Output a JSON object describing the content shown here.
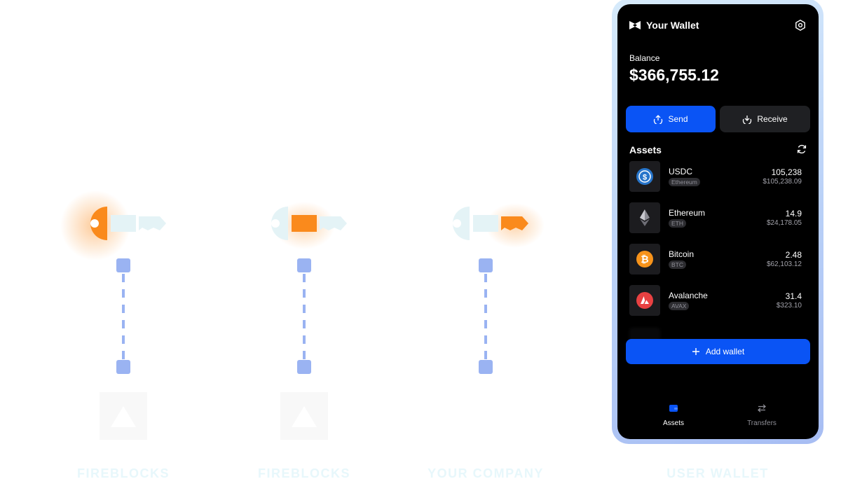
{
  "columns": [
    {
      "label": "FIREBLOCKS",
      "active_segment": 1,
      "has_logo": true
    },
    {
      "label": "FIREBLOCKS",
      "active_segment": 2,
      "has_logo": true
    },
    {
      "label": "YOUR COMPANY",
      "active_segment": 3,
      "has_logo": false
    }
  ],
  "wallet_caption": "USER WALLET",
  "colors": {
    "active_key": "#fa8a1c",
    "inactive_key": "#e4f3f6",
    "connector": "#9ab3f2",
    "brand_blue": "#0a54f5"
  },
  "wallet": {
    "title": "Your Wallet",
    "balance_label": "Balance",
    "balance": "$366,755.12",
    "send_label": "Send",
    "receive_label": "Receive",
    "assets_title": "Assets",
    "assets": [
      {
        "name": "USDC",
        "network": "Ethereum",
        "amount": "105,238",
        "usd": "$105,238.09",
        "icon": "usdc-icon",
        "color": "#2775ca"
      },
      {
        "name": "Ethereum",
        "network": "ETH",
        "amount": "14.9",
        "usd": "$24,178.05",
        "icon": "ethereum-icon",
        "color": "#8a8a92"
      },
      {
        "name": "Bitcoin",
        "network": "BTC",
        "amount": "2.48",
        "usd": "$62,103.12",
        "icon": "bitcoin-icon",
        "color": "#f7931a"
      },
      {
        "name": "Avalanche",
        "network": "AVAX",
        "amount": "31.4",
        "usd": "$323.10",
        "icon": "avalanche-icon",
        "color": "#e84142"
      }
    ],
    "add_wallet_label": "Add wallet",
    "tabs": [
      {
        "label": "Assets",
        "icon": "wallet-icon",
        "active": true
      },
      {
        "label": "Transfers",
        "icon": "transfer-icon",
        "active": false
      }
    ]
  }
}
